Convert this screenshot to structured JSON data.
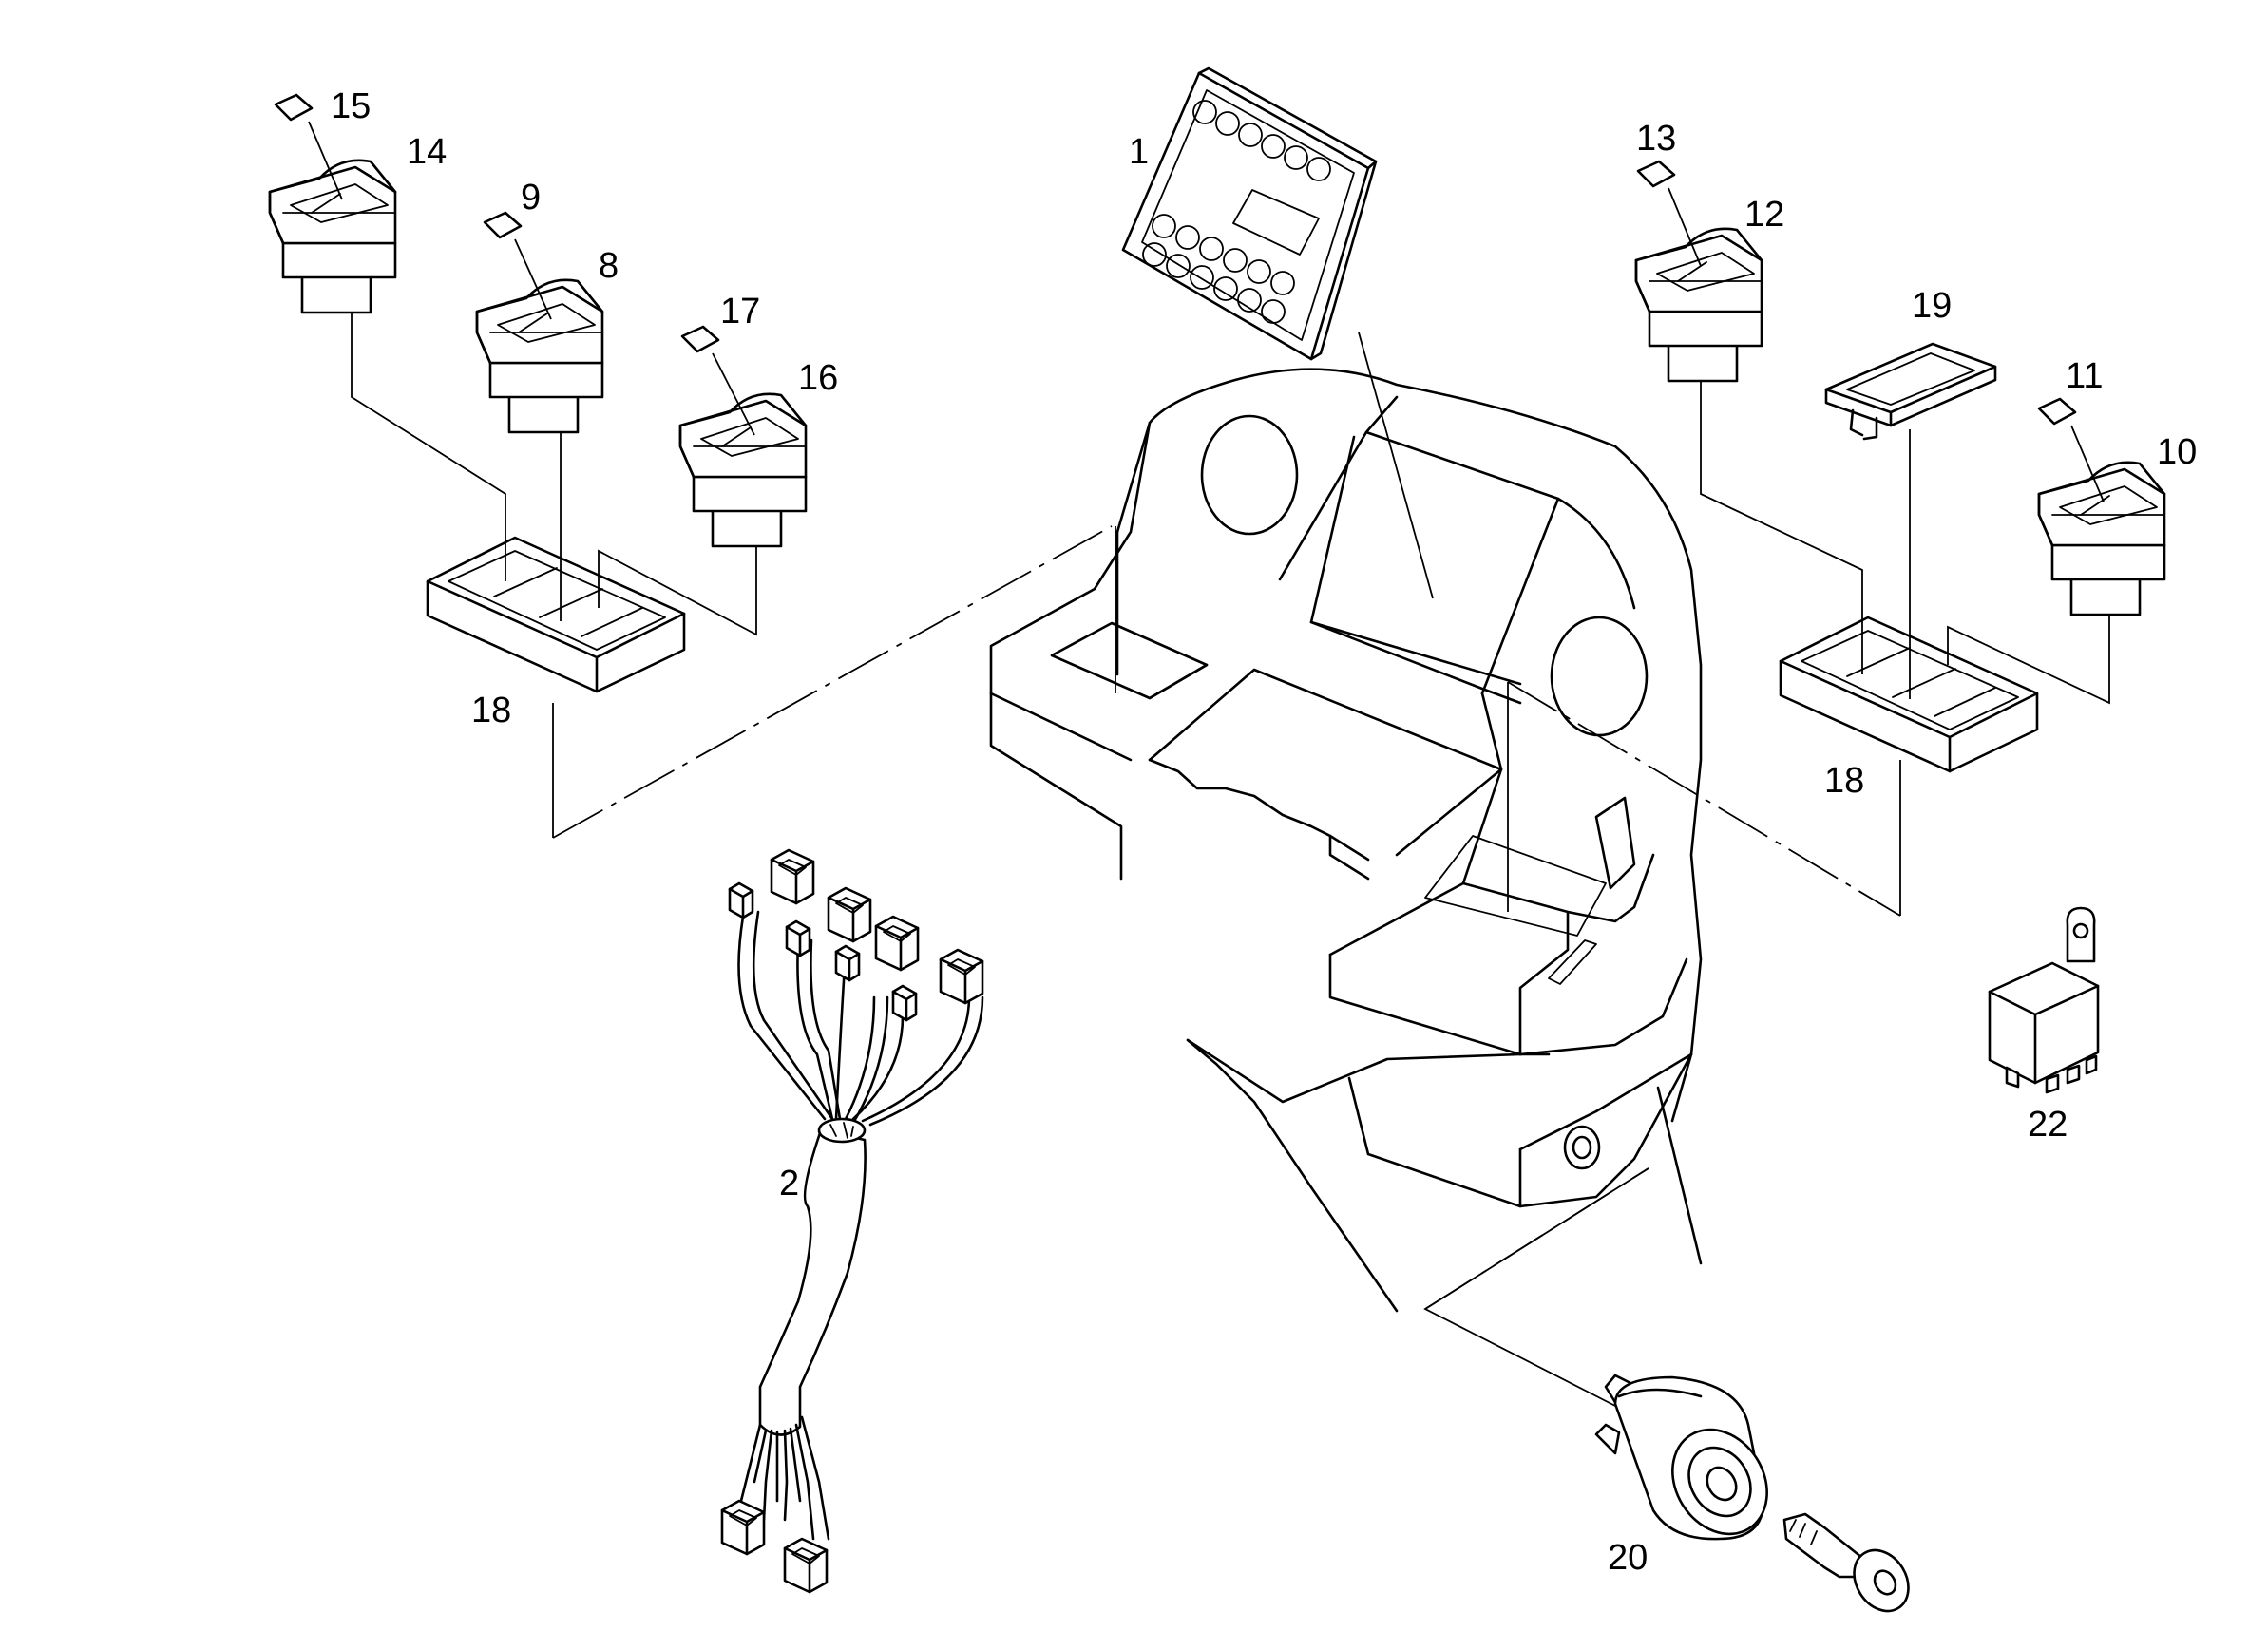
{
  "callouts": {
    "c1": "1",
    "c2": "2",
    "c8": "8",
    "c9": "9",
    "c10": "10",
    "c11": "11",
    "c12": "12",
    "c13": "13",
    "c14": "14",
    "c15": "15",
    "c16": "16",
    "c17": "17",
    "c18a": "18",
    "c18b": "18",
    "c19": "19",
    "c20": "20",
    "c22": "22"
  }
}
